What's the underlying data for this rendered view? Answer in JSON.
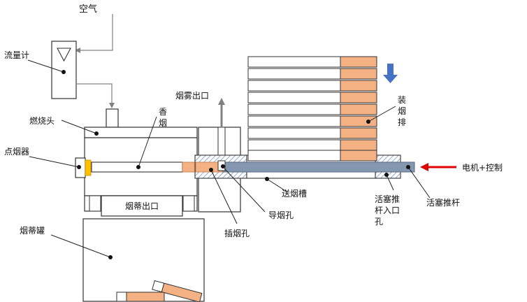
{
  "labels": {
    "air": "空气",
    "flowmeter": "流量计",
    "burner_head": "燃烧头",
    "cigarette": [
      "香",
      "烟"
    ],
    "igniter": "点烟器",
    "smoke_outlet": "烟雾出口",
    "butt_outlet": "烟蒂出口",
    "butt_tank": "烟蒂罐",
    "cig_rack": [
      "装",
      "烟",
      "排"
    ],
    "motor_control": "电机+控制",
    "feed_groove": "送烟槽",
    "smoke_guide_hole": "导烟孔",
    "insert_hole": "插烟孔",
    "piston_entry": [
      "活塞推",
      "杆入口",
      "孔"
    ],
    "piston_rod": "活塞推杆"
  },
  "colors": {
    "filter_tan": "#f4b183",
    "piston_blue": "#8497b0",
    "down_arrow_blue": "#4472c4",
    "motor_arrow_red": "#e00000",
    "igniter_yellow": "#ffc000",
    "line_gray": "#808080"
  },
  "icons": {
    "rack_direction": "down-arrow-icon",
    "motor_direction": "left-arrow-icon",
    "smoke_direction": "up-arrow-icon",
    "flowmeter_symbol": "triangle-down-icon"
  }
}
